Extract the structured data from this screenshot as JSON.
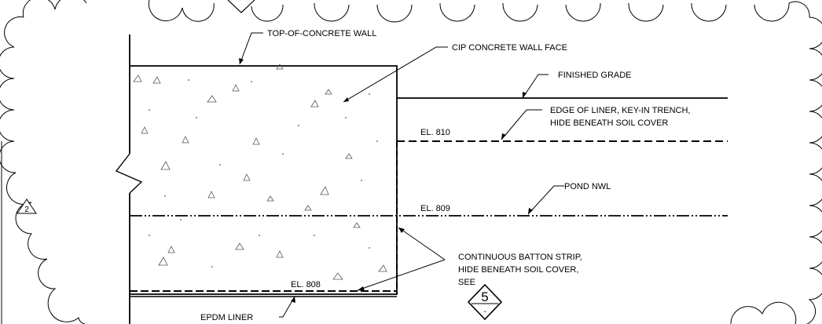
{
  "callouts": {
    "top_of_wall": "TOP-OF-CONCRETE WALL",
    "wall_face": "CIP CONCRETE WALL FACE",
    "finished_grade": "FINISHED GRADE",
    "edge_liner_line1": "EDGE OF LINER, KEY-IN TRENCH,",
    "edge_liner_line2": "HIDE BENEATH SOIL COVER",
    "pond_nwl": "POND NWL",
    "batton_line1": "CONTINUOUS  BATTON STRIP,",
    "batton_line2": "HIDE BENEATH SOIL COVER,",
    "batton_line3": "SEE",
    "epdm_liner": "EPDM LINER"
  },
  "elevations": {
    "el_810": "EL. 810",
    "el_809": "EL. 809",
    "el_808": "EL. 808"
  },
  "tags": {
    "revision": "2",
    "detail_number": "5",
    "detail_sheet": "-"
  }
}
